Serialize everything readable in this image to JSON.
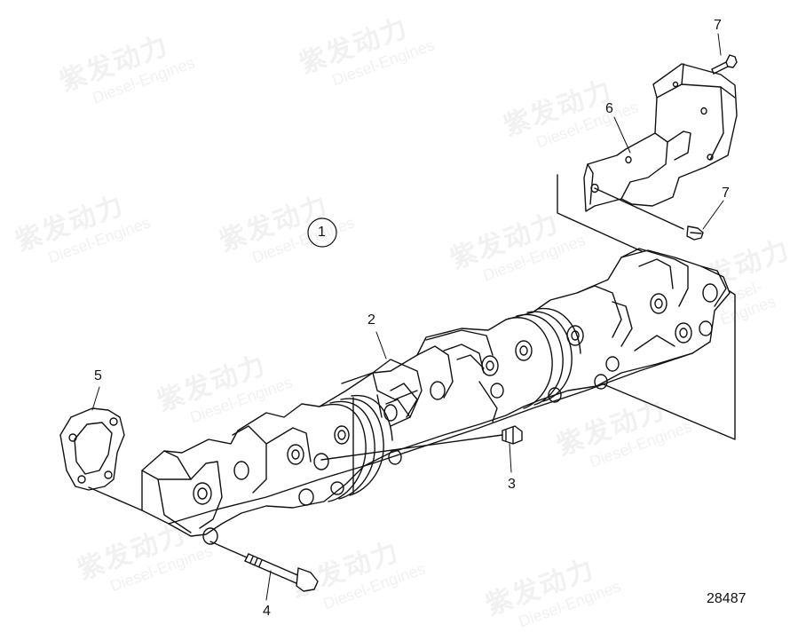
{
  "watermark": {
    "zh": "紫发动力",
    "en": "Diesel-Engines"
  },
  "callouts": {
    "c1": "1",
    "c2": "2",
    "c3": "3",
    "c4": "4",
    "c5": "5",
    "c6": "6",
    "c7a": "7",
    "c7b": "7"
  },
  "figure_number": "28487",
  "colors": {
    "line": "#111111",
    "background": "#ffffff",
    "watermark": "#e6e6e6"
  }
}
